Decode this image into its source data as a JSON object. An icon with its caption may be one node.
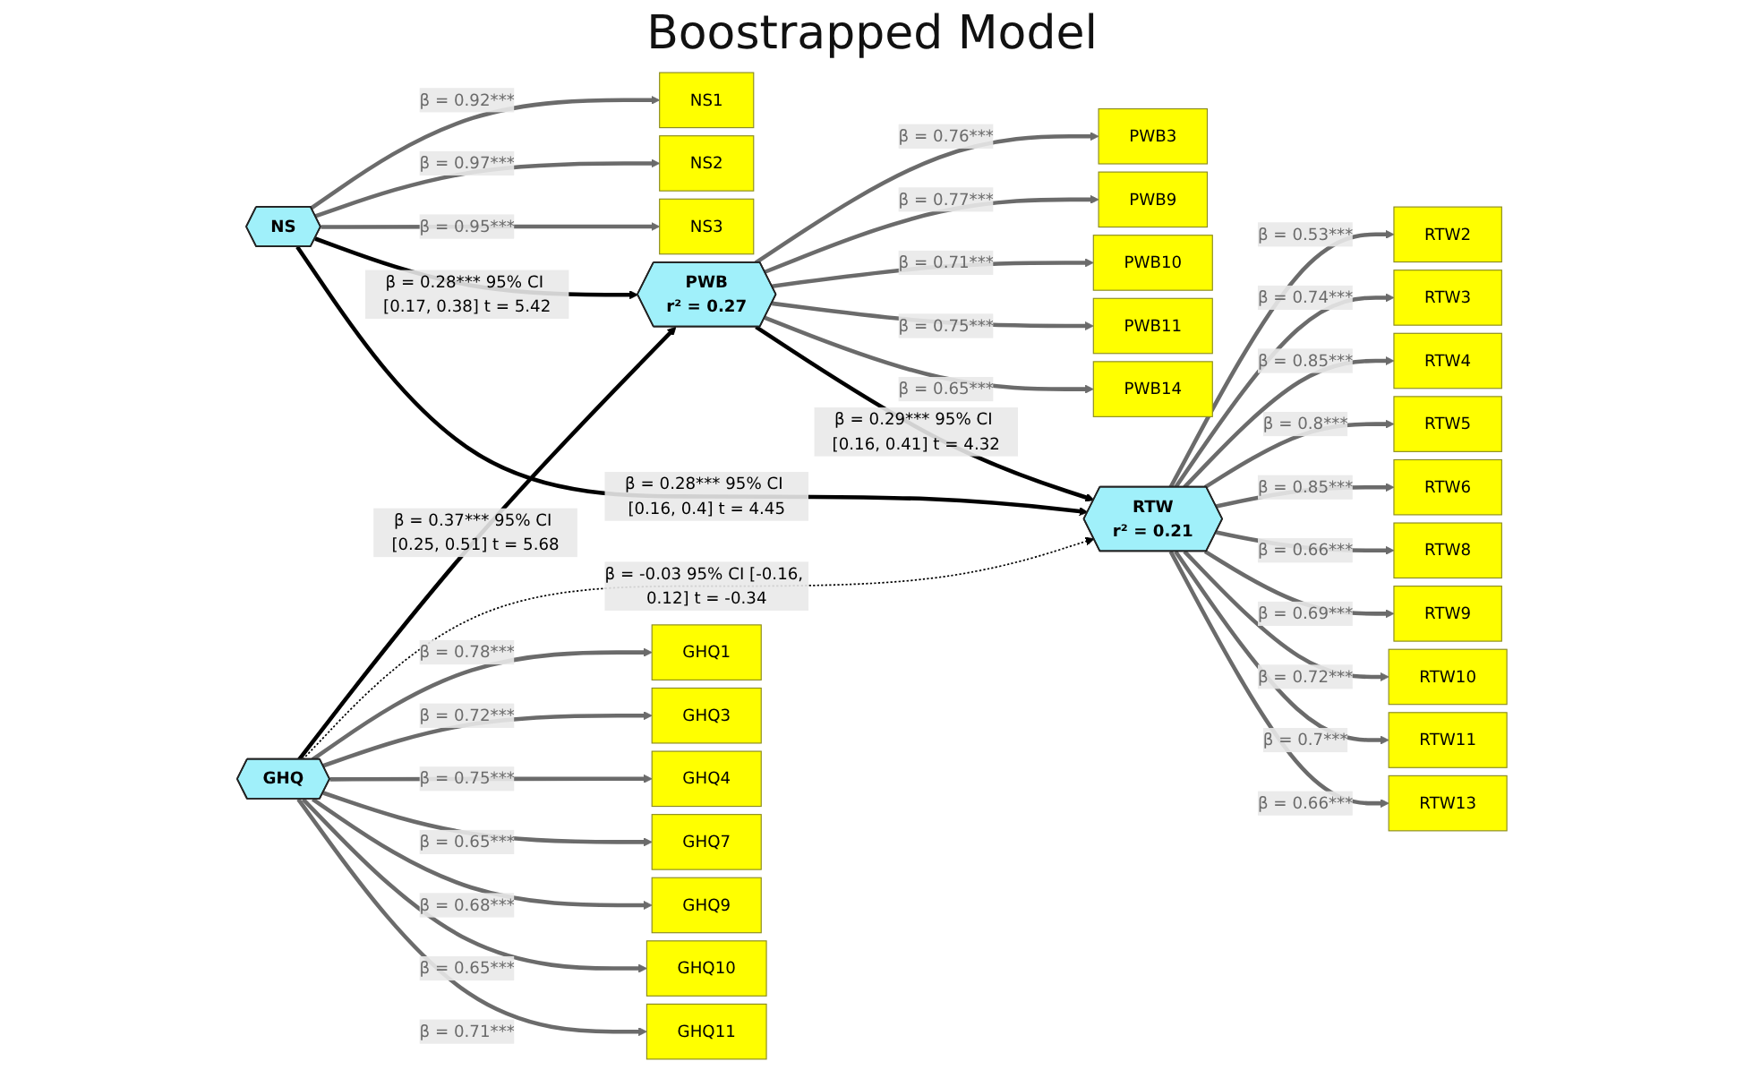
{
  "diagram": {
    "title": "Boostrapped Model",
    "nodes": [
      {
        "text": [
          "NS"
        ]
      },
      {
        "text": [
          "NS1"
        ]
      },
      {
        "text": [
          "NS2"
        ]
      },
      {
        "text": [
          "NS3"
        ]
      },
      {
        "text": [
          "PWB3"
        ]
      },
      {
        "text": [
          "PWB9"
        ]
      },
      {
        "text": [
          "PWB10"
        ]
      },
      {
        "text": [
          "PWB11"
        ]
      },
      {
        "text": [
          "PWB14"
        ]
      },
      {
        "text": [
          "PWB",
          "r² = 0.27"
        ]
      },
      {
        "text": [
          "GHQ1"
        ]
      },
      {
        "text": [
          "GHQ3"
        ]
      },
      {
        "text": [
          "GHQ4"
        ]
      },
      {
        "text": [
          "GHQ7"
        ]
      },
      {
        "text": [
          "GHQ9"
        ]
      },
      {
        "text": [
          "GHQ10"
        ]
      },
      {
        "text": [
          "GHQ11"
        ]
      },
      {
        "text": [
          "GHQ"
        ]
      },
      {
        "text": [
          "RTW",
          "r² = 0.21"
        ]
      },
      {
        "text": [
          "RTW2"
        ]
      },
      {
        "text": [
          "RTW3"
        ]
      },
      {
        "text": [
          "RTW4"
        ]
      },
      {
        "text": [
          "RTW5"
        ]
      },
      {
        "text": [
          "RTW6"
        ]
      },
      {
        "text": [
          "RTW8"
        ]
      },
      {
        "text": [
          "RTW9"
        ]
      },
      {
        "text": [
          "RTW10"
        ]
      },
      {
        "text": [
          "RTW11"
        ]
      },
      {
        "text": [
          "RTW13"
        ]
      }
    ],
    "edges": [
      {
        "from": 0,
        "to": 1,
        "arrow": "to",
        "label": "β = 0.92***"
      },
      {
        "from": 0,
        "to": 2,
        "arrow": "to",
        "label": "β = 0.97***"
      },
      {
        "from": 0,
        "to": 3,
        "arrow": "to",
        "label": "β = 0.95***"
      },
      {
        "from": 0,
        "to": 9,
        "arrow": "to",
        "label": "β = 0.28*** 95% CI [0.17, 0.38] t = 5.42",
        "color": "#000000"
      },
      {
        "from": 0,
        "to": 18,
        "arrow": "to",
        "label": "β = 0.28*** 95% CI [0.16, 0.4] t = 4.45",
        "color": "#000000"
      },
      {
        "from": 9,
        "to": 4,
        "arrow": "to",
        "label": "β = 0.76***"
      },
      {
        "from": 9,
        "to": 5,
        "arrow": "to",
        "label": "β = 0.77***"
      },
      {
        "from": 9,
        "to": 6,
        "arrow": "to",
        "label": "β = 0.71***"
      },
      {
        "from": 9,
        "to": 7,
        "arrow": "to",
        "label": "β = 0.75***"
      },
      {
        "from": 9,
        "to": 8,
        "arrow": "to",
        "label": "β = 0.65***"
      },
      {
        "from": 9,
        "to": 18,
        "arrow": "to",
        "label": "β = 0.29*** 95% CI [0.16, 0.41] t = 4.32",
        "color": "#000000"
      },
      {
        "from": 17,
        "to": 9,
        "arrow": "to",
        "label": "β = 0.37*** 95% CI [0.25, 0.51] t = 5.68",
        "color": "#000000"
      },
      {
        "from": 17,
        "to": 18,
        "arrow": "to",
        "label": "β = -0.03 95% CI [-0.16, 0.12] t = -0.34",
        "style": "dashed",
        "color": "#000000"
      },
      {
        "from": 17,
        "to": 10,
        "arrow": "to",
        "label": "β = 0.78***"
      },
      {
        "from": 17,
        "to": 11,
        "arrow": "to",
        "label": "β = 0.72***"
      },
      {
        "from": 17,
        "to": 12,
        "arrow": "to",
        "label": "β = 0.75***"
      },
      {
        "from": 17,
        "to": 13,
        "arrow": "to",
        "label": "β = 0.65***"
      },
      {
        "from": 17,
        "to": 14,
        "arrow": "to",
        "label": "β = 0.68***"
      },
      {
        "from": 17,
        "to": 15,
        "arrow": "to",
        "label": "β = 0.65***"
      },
      {
        "from": 17,
        "to": 16,
        "arrow": "to",
        "label": "β = 0.71***"
      },
      {
        "from": 18,
        "to": 19,
        "arrow": "to",
        "label": "β = 0.53***"
      },
      {
        "from": 18,
        "to": 20,
        "arrow": "to",
        "label": "β = 0.74***"
      },
      {
        "from": 18,
        "to": 21,
        "arrow": "to",
        "label": "β = 0.85***"
      },
      {
        "from": 18,
        "to": 22,
        "arrow": "to",
        "label": "β = 0.8***"
      },
      {
        "from": 18,
        "to": 23,
        "arrow": "to",
        "label": "β = 0.85***"
      },
      {
        "from": 18,
        "to": 24,
        "arrow": "to",
        "label": "β = 0.66***"
      },
      {
        "from": 18,
        "to": 25,
        "arrow": "to",
        "label": "β = 0.69***"
      },
      {
        "from": 18,
        "to": 26,
        "arrow": "to",
        "label": "β = 0.72***"
      },
      {
        "from": 18,
        "to": 27,
        "arrow": "to",
        "label": "β = 0.7***"
      },
      {
        "from": 18,
        "to": 28,
        "arrow": "to",
        "label": "β = 0.66***"
      }
    ]
  }
}
